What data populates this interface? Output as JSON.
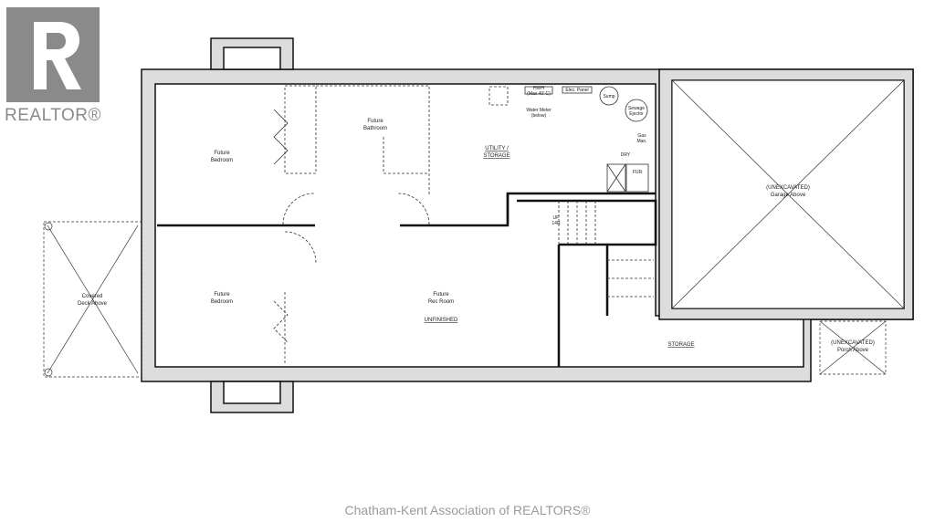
{
  "logo": {
    "text": "REALTOR®"
  },
  "footer": "Chatham-Kent Association of REALTORS®",
  "rooms": {
    "bedroom1": [
      "Future",
      "Bedroom"
    ],
    "bedroom2": [
      "Future",
      "Bedroom"
    ],
    "bathroom": [
      "Future",
      "Bathroom"
    ],
    "utility": [
      "UTILITY /",
      "STORAGE"
    ],
    "rec": [
      "Future",
      "Rec Room"
    ],
    "unfinished": "UNFINISHED",
    "storage": "STORAGE",
    "garage": [
      "(UNEXCAVATED)",
      "Garage Above"
    ],
    "porch": [
      "(UNEXCAVATED)",
      "Porch Above"
    ],
    "deck": [
      "Covered",
      "Deck Above"
    ]
  },
  "fixtures": {
    "hwh": [
      "HWH",
      "(Max 40' C)"
    ],
    "elec": "Elec. Panel",
    "sump": "Sump",
    "sewage": [
      "Sewage",
      "Ejector"
    ],
    "water": [
      "Water Meter",
      "(below)"
    ],
    "gas": [
      "Gas",
      "Man."
    ],
    "dry": "DRY",
    "fur": "FUR",
    "stairs": [
      "UP",
      "14R"
    ]
  }
}
